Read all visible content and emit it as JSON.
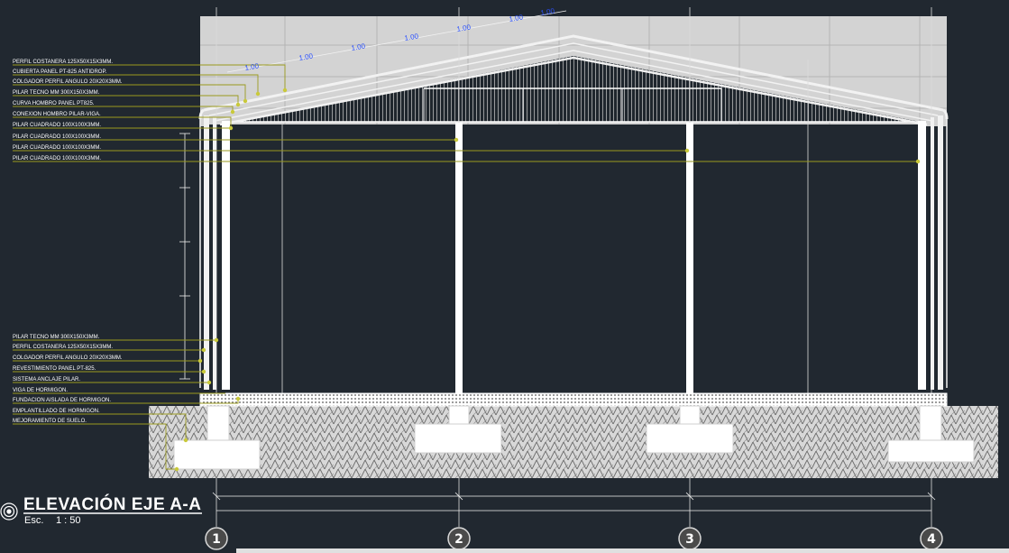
{
  "title": "ELEVACIÓN EJE A-A",
  "scale_label": "Esc.",
  "scale_value": "1 : 50",
  "top_callouts": [
    "PERFIL COSTANERA 125X50X15X3MM.",
    "CUBIERTA PANEL PT-825 ANTIDROP.",
    "COLGADOR PERFIL ANGULO 20X20X3MM.",
    "PILAR TECNO MM 300X150X3MM.",
    "CURVA HOMBRO PANEL PT825.",
    "CONEXION HOMBRO PILAR-VIGA.",
    "PILAR CUADRADO 100X100X3MM.",
    "PILAR CUADRADO 100X100X3MM.",
    "PILAR CUADRADO 100X100X3MM.",
    "PILAR CUADRADO 100X100X3MM."
  ],
  "bottom_callouts": [
    "PILAR TECNO MM 300X150X3MM.",
    "PERFIL COSTANERA 125X50X15X3MM.",
    "COLGADOR PERFIL ANGULO 20X20X3MM.",
    "REVESTIMIENTO PANEL PT-825.",
    "SISTEMA ANCLAJE PILAR.",
    "VIGA DE HORMIGON.",
    "FUNDACION AISLADA DE HORMIGON.",
    "EMPLANTILLADO DE HORMIGON.",
    "MEJORAMIENTO DE SUELO."
  ],
  "roof_spacing_labels": [
    "1.00",
    "1.00",
    "1.00",
    "1.00",
    "1.00",
    "1.00",
    "1.00"
  ],
  "axes": [
    "1",
    "2",
    "3",
    "4"
  ],
  "colors": {
    "background": "#212830",
    "structure": "#f2f2f2",
    "leader": "#9a9a1e",
    "dimension": "#2a50ff",
    "wall_panel": "#cfcfcf"
  }
}
